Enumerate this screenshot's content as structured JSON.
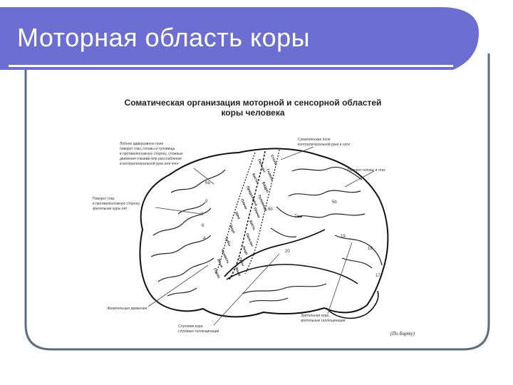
{
  "slide": {
    "title": "Моторная область коры",
    "colors": {
      "header": "#6C6ED1",
      "frame_border": "#5C6E7E",
      "underline": "#FFFFFF",
      "frame_fill": "#FFFFFF"
    }
  },
  "figure": {
    "title_line1": "Соматическая организация моторной и сенсорной областей",
    "title_line2": "коры человека",
    "credit": "(По Барту)",
    "callouts": {
      "left_top": [
        "Лобное адверсивное поле",
        "поворот глаз, головы и туловища",
        "в противоположную сторону, сложные",
        "движения глазами или расслабление",
        "в контралатеральной руке или ноге"
      ],
      "left_mid": [
        "Поворот глаз",
        "в противоположную сторону,",
        "зрительная ауры нет"
      ],
      "right_top": [
        "Соматические поля",
        "контралатеральной руки и ноги"
      ],
      "right_mid": [
        "Поворот головы и глаз"
      ],
      "bottom_left": [
        "Жевательные движения"
      ],
      "bottom_center": [
        "Слуховая кора,",
        "слуховые галлюцинации"
      ],
      "bottom_right": [
        "Зрительная кора,",
        "зрительные галлюцинации"
      ]
    },
    "area_numbers": [
      "4",
      "6",
      "8",
      "9",
      "6a",
      "6b",
      "5b",
      "7a",
      "19",
      "18",
      "17",
      "20"
    ],
    "motor_strip": [
      "Пальцы",
      "Кисть",
      "Предплечье",
      "Плечо",
      "Шея",
      "Лицо",
      "Губы",
      "Челюсть",
      "Язык",
      "Горло"
    ],
    "sensory_strip": [
      "Стопа",
      "Голень",
      "Бедро",
      "Туловище",
      "Плечо",
      "Кисть",
      "Пальцы",
      "Лицо",
      "Губы",
      "Язык"
    ]
  }
}
